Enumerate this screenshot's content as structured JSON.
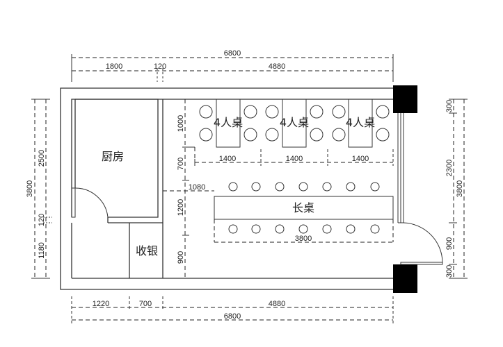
{
  "plan": {
    "rooms": {
      "kitchen": "厨房",
      "cashier": "收银"
    },
    "tables": {
      "four_seat_1": "4人桌",
      "four_seat_2": "4人桌",
      "four_seat_3": "4人桌",
      "long_table": "长桌"
    },
    "dimensions": {
      "top_total": "6800",
      "top_left": "1800",
      "top_wall": "120",
      "top_right": "4880",
      "bottom_total": "6800",
      "bottom_left": "1220",
      "bottom_mid": "700",
      "bottom_right": "4880",
      "left_total": "3800",
      "left_upper": "2500",
      "left_wall": "120",
      "left_lower": "1180",
      "right_total": "3800",
      "right_top_col": "300",
      "right_window": "2300",
      "right_door": "900",
      "right_bottom_col": "300",
      "inner_row1": "1000",
      "inner_aisle": "700",
      "inner_gap": "1080",
      "inner_long": "1200",
      "inner_bottom": "900",
      "table_w1": "1400",
      "table_w2": "1400",
      "table_w3": "1400",
      "long_table_len": "3800"
    }
  }
}
